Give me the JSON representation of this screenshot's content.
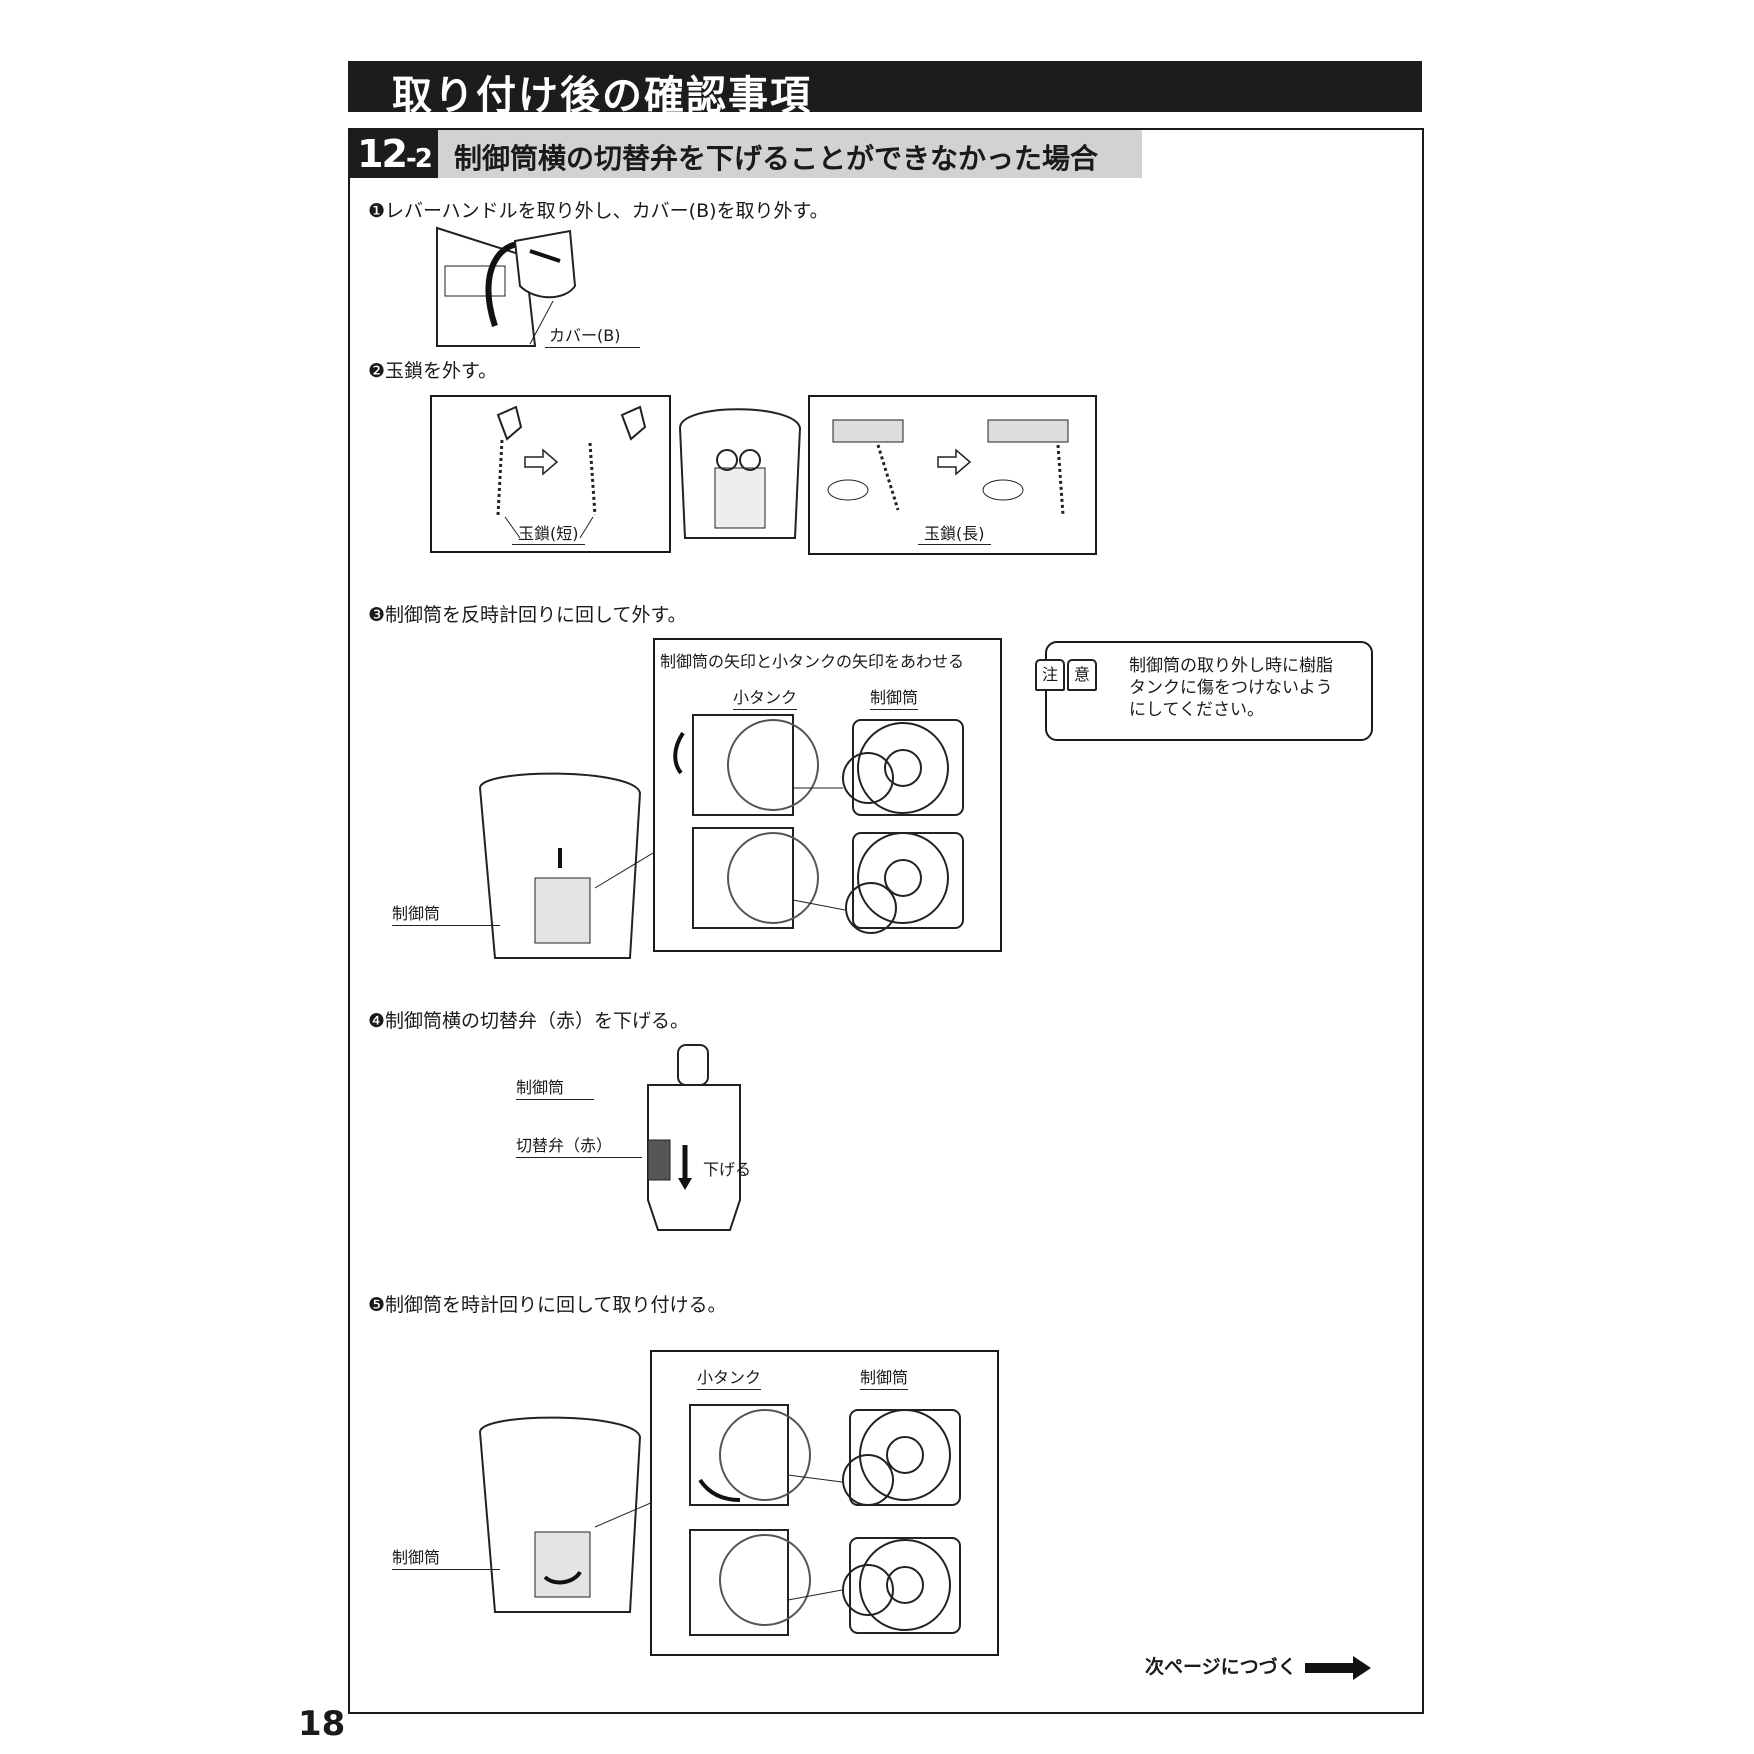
{
  "header": {
    "title": "取り付け後の確認事項"
  },
  "section": {
    "number": "12",
    "sub": "-2",
    "title": "制御筒横の切替弁を下げることができなかった場合"
  },
  "steps": [
    {
      "text": "❶レバーハンドルを取り外し、カバー(B)を取り外す。",
      "labels": [
        "カバー(B)"
      ]
    },
    {
      "text": "❷玉鎖を外す。",
      "labels": [
        "玉鎖(短)",
        "玉鎖(長)"
      ]
    },
    {
      "text": "❸制御筒を反時計回りに回して外す。",
      "labels": [
        "制御筒",
        "制御筒の矢印と小タンクの矢印をあわせる",
        "小タンク",
        "制御筒"
      ]
    },
    {
      "text": "❹制御筒横の切替弁（赤）を下げる。",
      "labels": [
        "制御筒",
        "切替弁（赤）",
        "下げる"
      ]
    },
    {
      "text": "❺制御筒を時計回りに回して取り付ける。",
      "labels": [
        "制御筒",
        "小タンク",
        "制御筒"
      ]
    }
  ],
  "caution": {
    "badge": [
      "注",
      "意"
    ],
    "lines": [
      "制御筒の取り外し時に樹脂",
      "タンクに傷をつけないよう",
      "にしてください。"
    ]
  },
  "footer": {
    "next": "次ページにつづく",
    "page": "18"
  }
}
